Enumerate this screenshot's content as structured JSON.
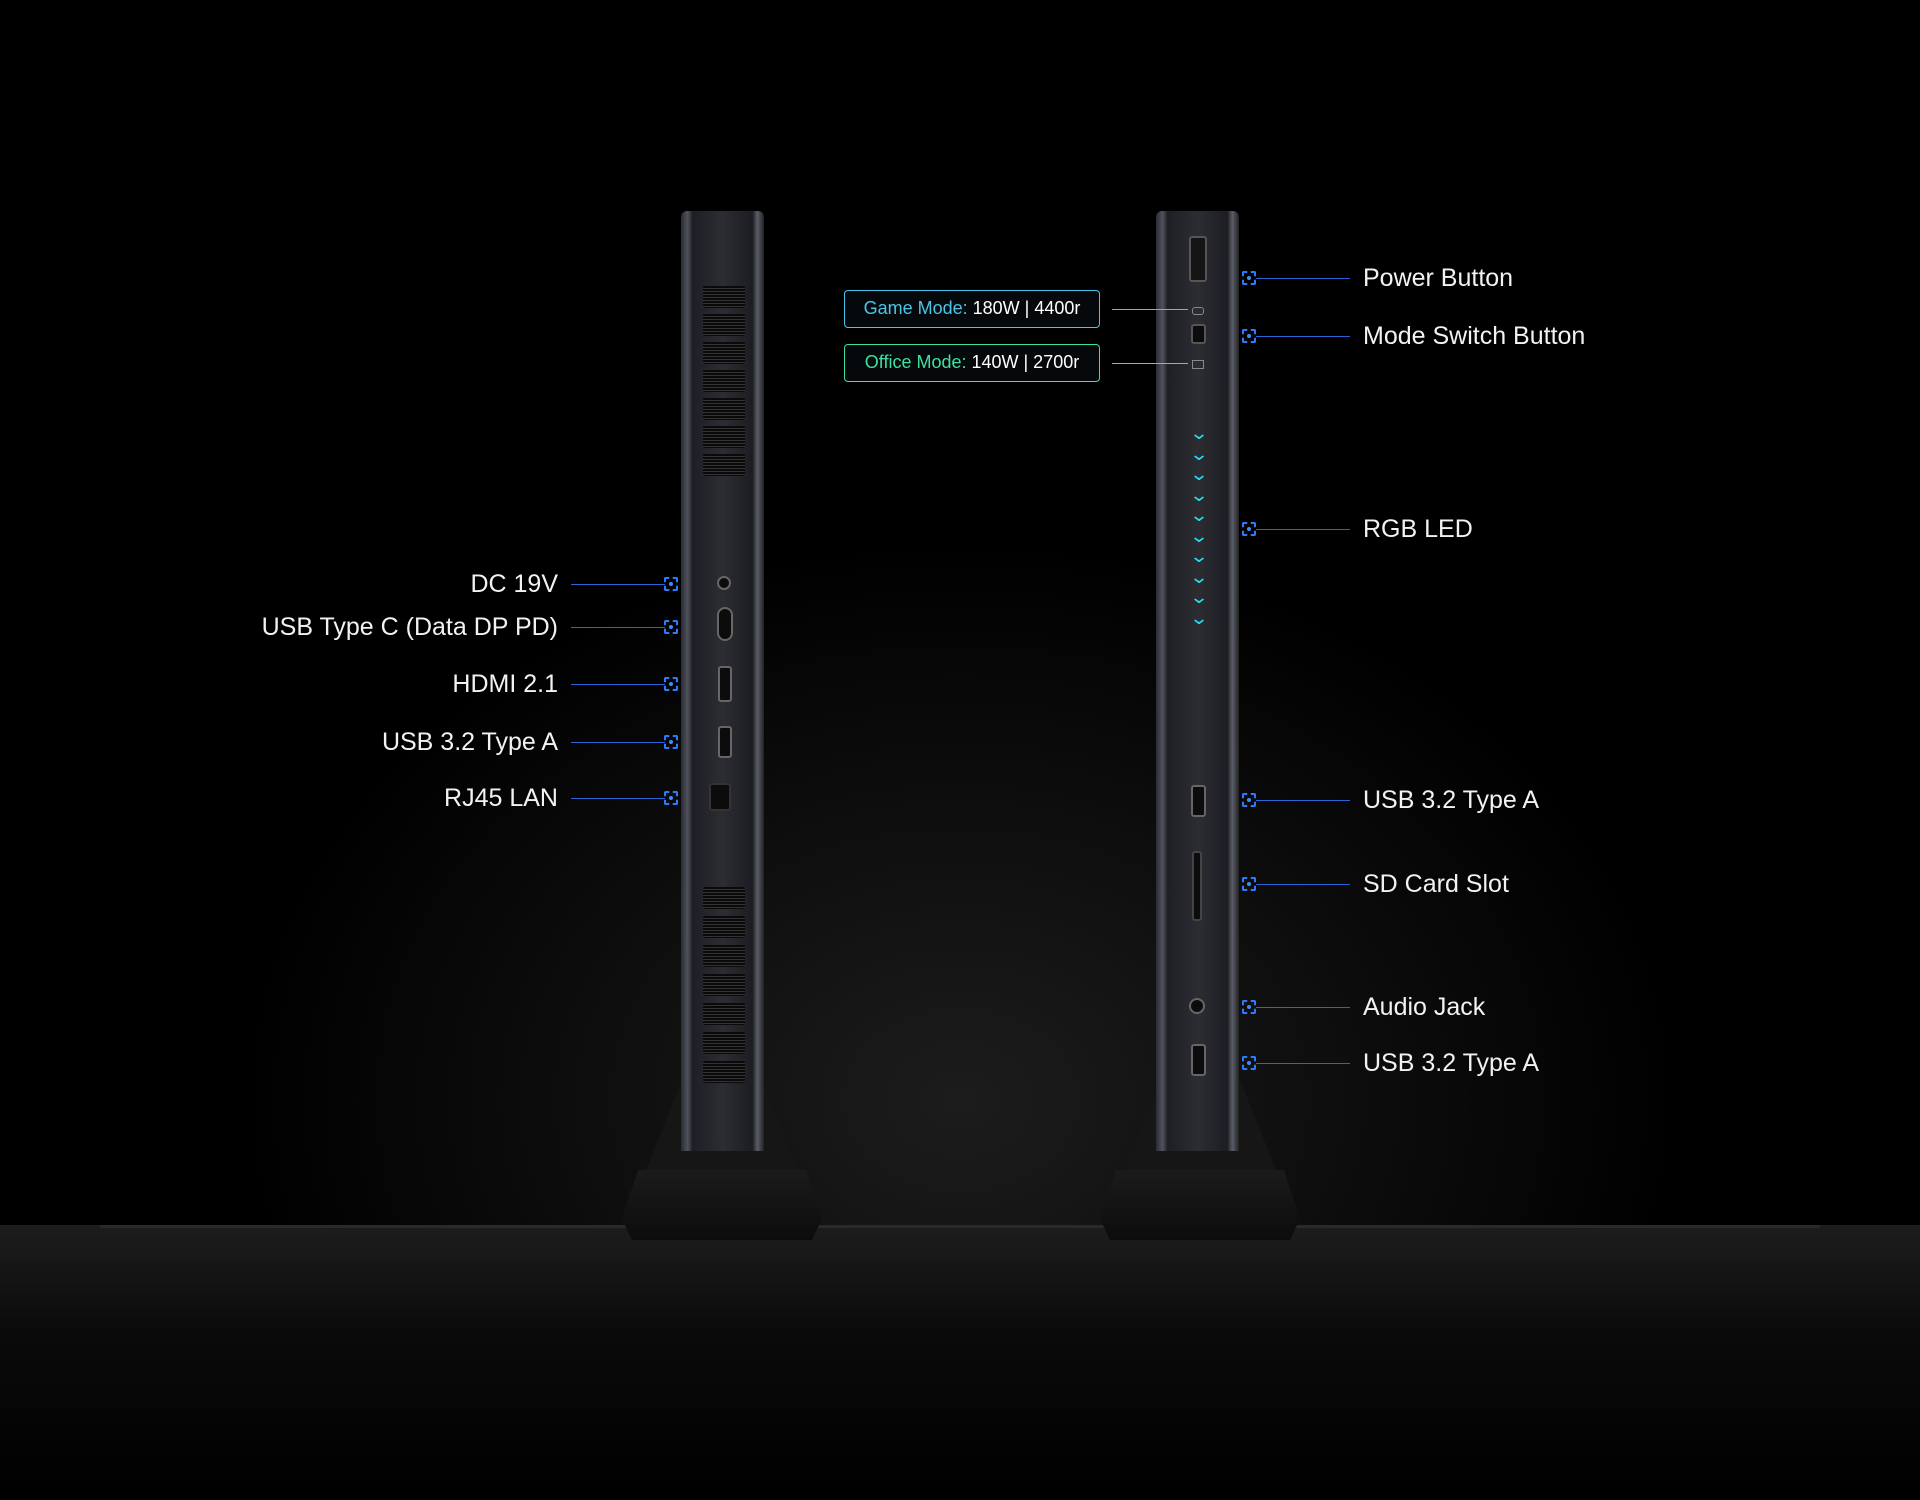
{
  "left_labels": [
    "DC 19V",
    "USB Type C (Data DP PD)",
    "HDMI 2.1",
    "USB 3.2 Type A",
    "RJ45 LAN"
  ],
  "right_labels": [
    "Power Button",
    "Mode Switch Button",
    "RGB LED",
    "USB 3.2 Type A",
    "SD Card Slot",
    "Audio Jack",
    "USB 3.2 Type A"
  ],
  "modes": {
    "game": {
      "key": "Game Mode:",
      "value": "180W | 4400r",
      "color": "#4cc4e8"
    },
    "office": {
      "key": "Office Mode:",
      "value": "140W | 2700r",
      "color": "#3ee0a0"
    }
  },
  "accent": "#2a7bff"
}
